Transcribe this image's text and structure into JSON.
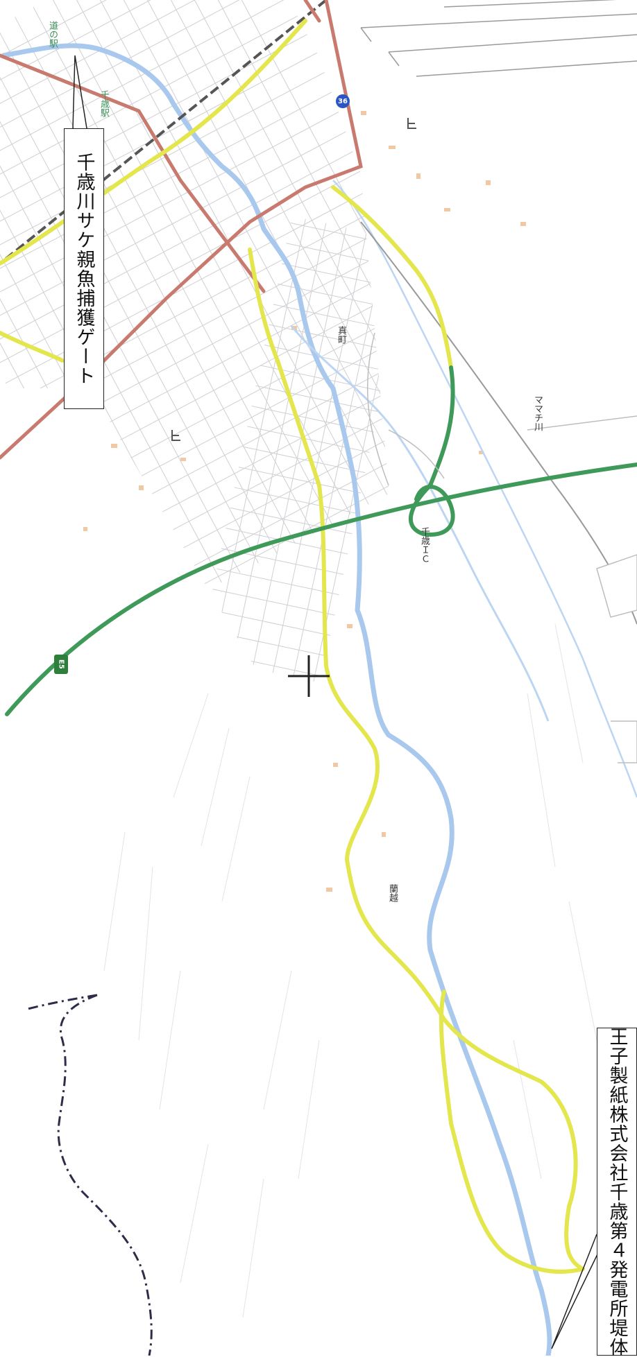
{
  "callouts": {
    "top_label": "千歳川サケ親魚捕獲ゲート",
    "bottom_label": "王子製紙株式会社千歳第４発電所堤体"
  },
  "place_labels": {
    "michi_no_eki": "道の駅",
    "chitose_station": "千歳駅",
    "mamachi": "真町",
    "mamachi_river": "ママチ川",
    "chitose_ic": "千歳ＩＣ",
    "rankoshi": "蘭越"
  },
  "road_shields": {
    "route36": "36",
    "e5": "E5"
  },
  "map_icons": [
    "crosshair-icon",
    "post-office-icon",
    "school-icon"
  ],
  "colors": {
    "river": "#a8c8ee",
    "expressway": "#3f9a5a",
    "national_road": "#c97a6e",
    "prefectural_road": "#e6e84f",
    "boundary": "#2d2d4a",
    "railway": "#333333"
  }
}
